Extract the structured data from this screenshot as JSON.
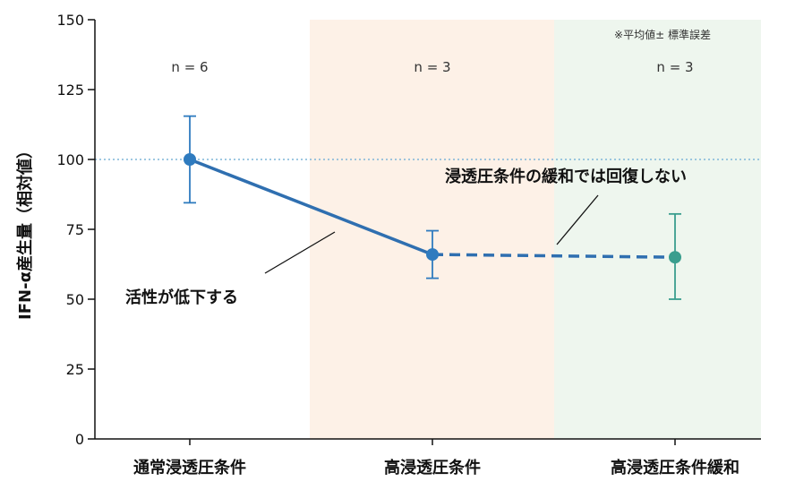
{
  "chart_data": {
    "type": "line",
    "ylabel": "IFN-α産生量（相対値）",
    "ylim": [
      0,
      150
    ],
    "yticks": [
      0,
      25,
      50,
      75,
      100,
      125,
      150
    ],
    "reference_line": 100,
    "categories": [
      "通常浸透圧条件",
      "高浸透圧条件",
      "高浸透圧条件緩和"
    ],
    "n_labels": [
      "n = 6",
      "n = 3",
      "n = 3"
    ],
    "values": [
      100,
      66,
      65
    ],
    "error_upper": [
      115.5,
      74.5,
      80.5
    ],
    "error_lower": [
      84.5,
      57.5,
      50
    ],
    "point_colors": [
      "#2f7bbf",
      "#2f7bbf",
      "#3a9e8e"
    ],
    "line_color": "#2f6fb0",
    "segment_styles": [
      "solid",
      "dashed"
    ],
    "shaded_regions": [
      {
        "category_index": 1,
        "color": "#fdf1e7"
      },
      {
        "category_index": 2,
        "color": "#eef6ee"
      }
    ],
    "note": "※平均値± 標準誤差",
    "annotations": [
      {
        "text": "活性が低下する",
        "target": "segment-1"
      },
      {
        "text": "浸透圧条件の緩和では回復しない",
        "target": "segment-2"
      }
    ]
  }
}
